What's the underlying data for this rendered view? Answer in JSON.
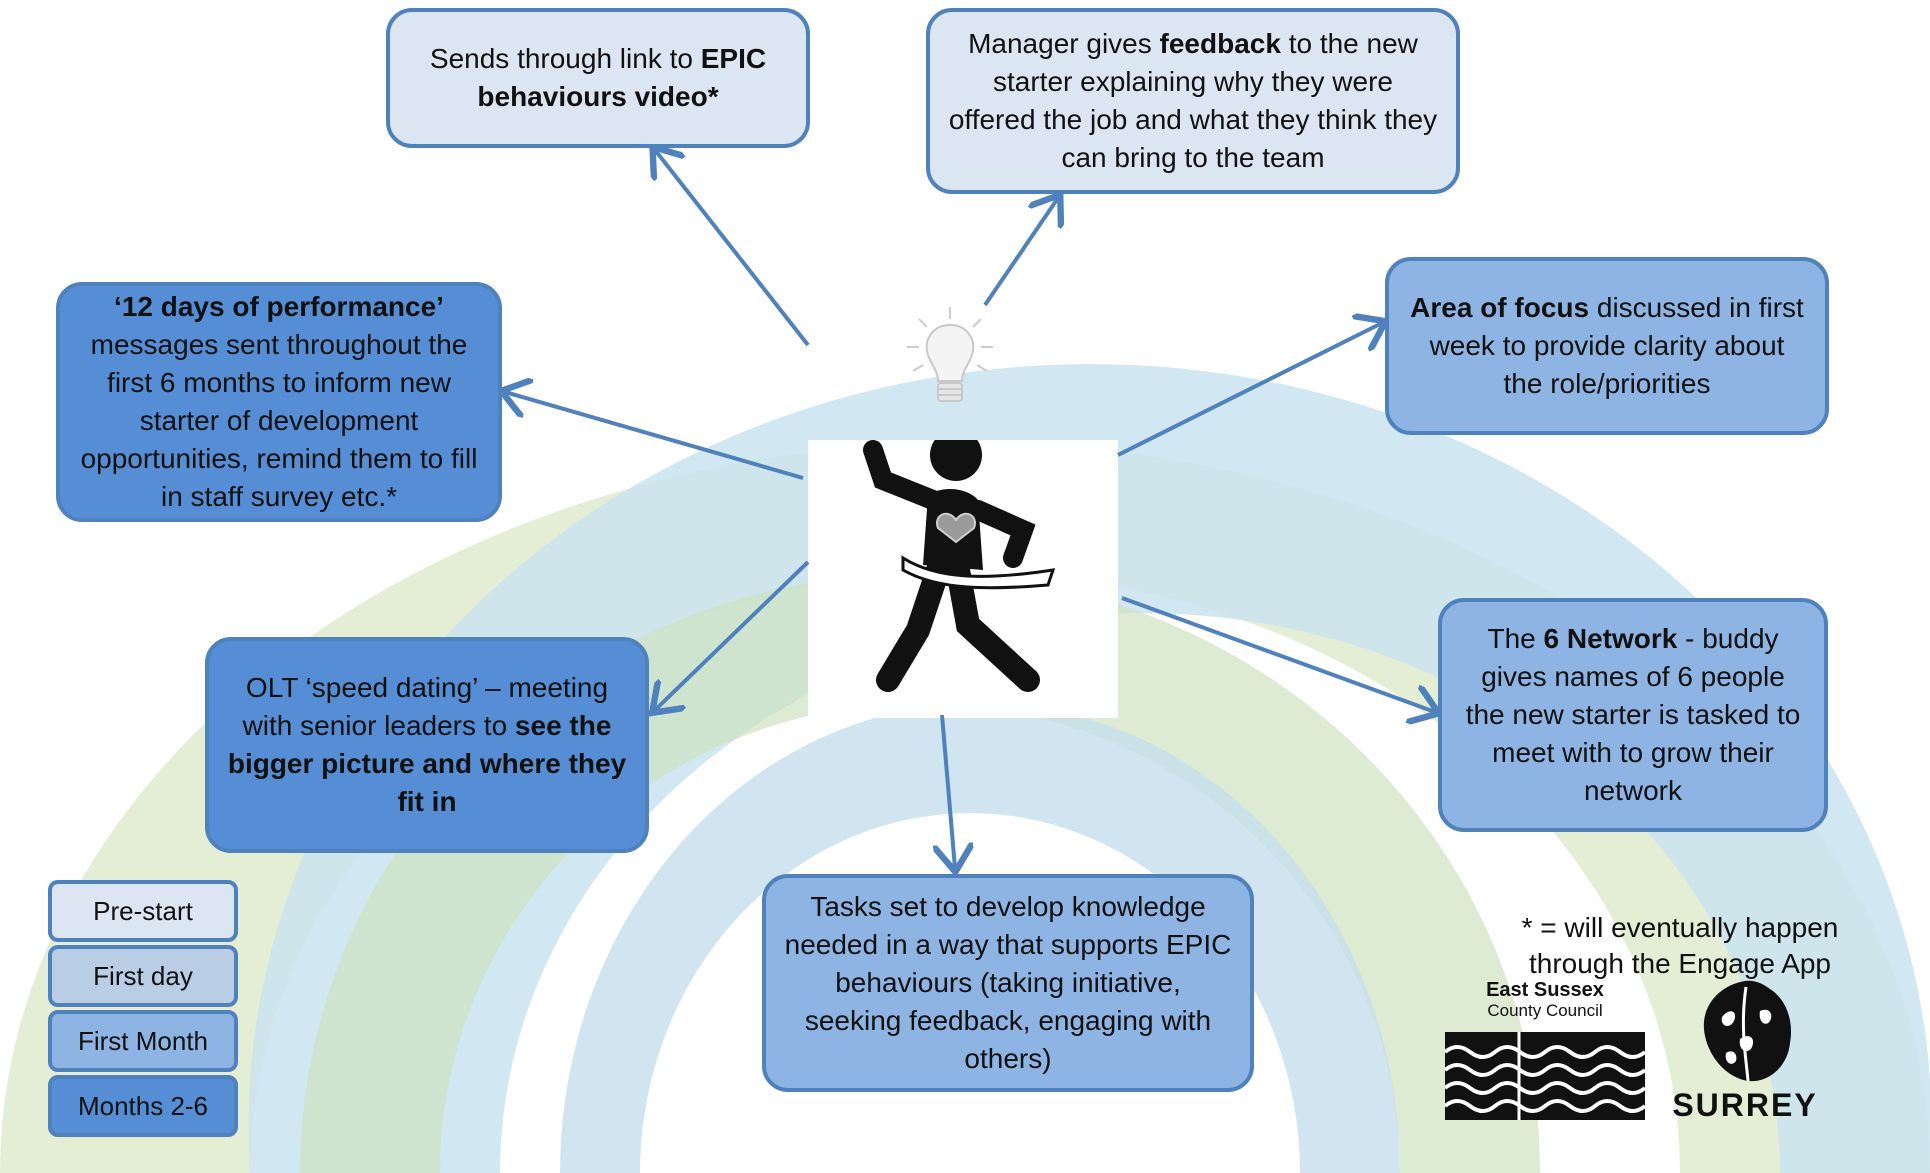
{
  "boxes": {
    "epic_video": {
      "pre": "Sends through link to ",
      "bold": "EPIC behaviours video*"
    },
    "feedback": {
      "pre": "Manager gives ",
      "bold": "feedback",
      "post": " to the new starter explaining why they were offered the job and what they think they can bring to the team"
    },
    "twelve_days": {
      "bold": "‘12 days of performance’",
      "post": " messages sent throughout the first 6 months to inform new starter of development opportunities, remind them to fill in staff survey etc.*"
    },
    "area_focus": {
      "bold": "Area of focus",
      "post": " discussed in first week to provide clarity about the role/priorities"
    },
    "speed_dating": {
      "pre": "OLT ‘speed dating’ – meeting with senior leaders to ",
      "bold": "see the bigger picture and where they fit in"
    },
    "six_network": {
      "pre": "The ",
      "bold": "6 Network",
      "post": " - buddy gives names of 6 people the new starter is tasked to meet with to grow their network"
    },
    "tasks": {
      "text": "Tasks set to develop knowledge needed in a way that supports EPIC behaviours (taking initiative, seeking feedback, engaging with others)"
    }
  },
  "legend": [
    "Pre-start",
    "First day",
    "First Month",
    "Months 2-6"
  ],
  "note": "* = will eventually happen through the Engage App",
  "logos": {
    "east_sussex_name": "East Sussex",
    "east_sussex_sub": "County Council",
    "surrey": "SURREY"
  },
  "colors": {
    "pre_start": "#dce6f2",
    "first_day": "#b9cde5",
    "first_month": "#8eb4e3",
    "months_2_6": "#558ed5",
    "border": "#4f81bd",
    "arrow": "#4f81bd",
    "arc_green": "#dbe9c8",
    "arc_blue": "#c5e0ec"
  }
}
